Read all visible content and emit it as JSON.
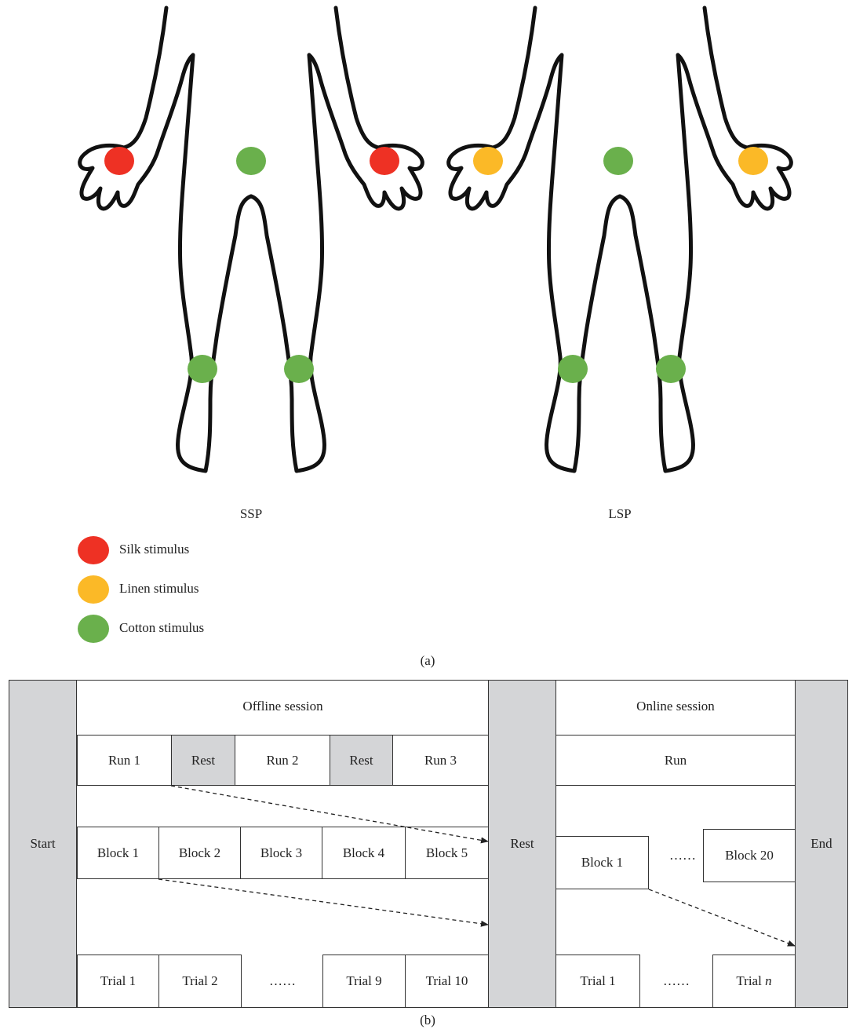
{
  "panel_a": {
    "figures": [
      {
        "label": "SSP",
        "palm_color": "#ee3124"
      },
      {
        "label": "LSP",
        "palm_color": "#fbb927"
      }
    ],
    "body_dot_color": "#6ab04c",
    "legend": [
      {
        "label": "Silk stimulus",
        "color": "#ee3124"
      },
      {
        "label": "Linen stimulus",
        "color": "#fbb927"
      },
      {
        "label": "Cotton stimulus",
        "color": "#6ab04c"
      }
    ],
    "caption": "(a)"
  },
  "panel_b": {
    "start_label": "Start",
    "middle_rest_label": "Rest",
    "end_label": "End",
    "offline": {
      "title": "Offline session",
      "runs": [
        "Run 1",
        "Rest",
        "Run 2",
        "Rest",
        "Run 3"
      ],
      "blocks": [
        "Block 1",
        "Block 2",
        "Block 3",
        "Block 4",
        "Block 5"
      ],
      "trials_left": [
        "Trial 1",
        "Trial 2"
      ],
      "trials_ellipsis": "……",
      "trials_right": [
        "Trial 9",
        "Trial 10"
      ]
    },
    "online": {
      "title": "Online session",
      "run": "Run",
      "block_first": "Block 1",
      "block_ellipsis": "……",
      "block_last": "Block 20",
      "trial_first": "Trial 1",
      "trial_ellipsis": "……",
      "trial_last_prefix": "Trial ",
      "trial_last_var": "n"
    },
    "caption": "(b)"
  }
}
